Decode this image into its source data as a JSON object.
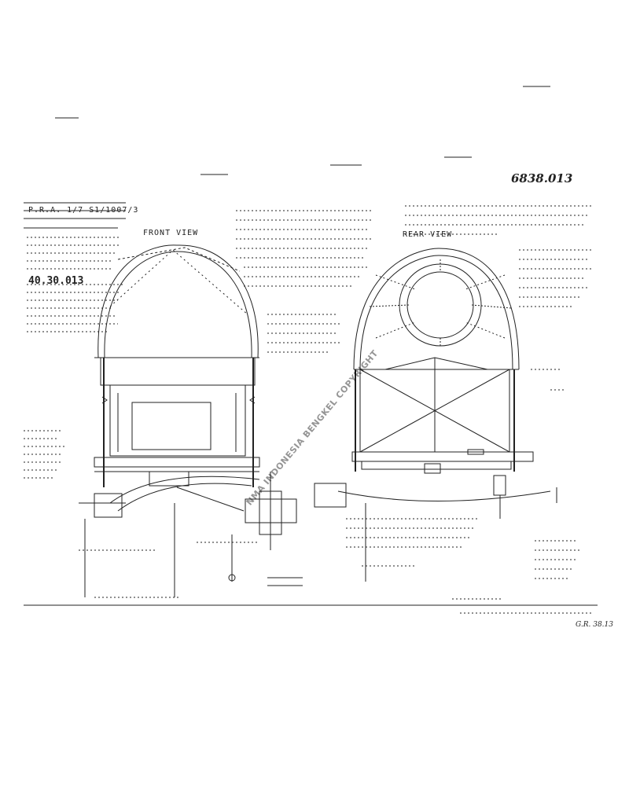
{
  "drawing": {
    "number": "6838.013",
    "sheet_code": "P.R.A. 1/7  S1/1007/3",
    "item_number": "40.30.013",
    "front_view_title": "FRONT VIEW",
    "rear_view_title": "REAR VIEW",
    "signature": "G.R. 38.13"
  },
  "watermark": "NMA INDONESIA BENGKEL COPYRIGHT",
  "colors": {
    "ink": "#111111",
    "paper": "#ffffff",
    "watermark": "#6b6b6b"
  }
}
